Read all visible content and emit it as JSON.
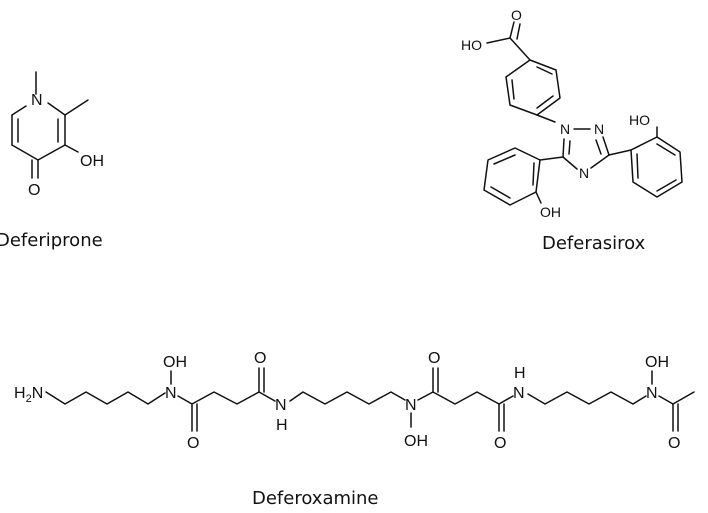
{
  "molecules": {
    "deferiprone": {
      "name": "Deferiprone",
      "atoms": {
        "n": "N",
        "oh": "OH",
        "o": "O"
      }
    },
    "deferasirox": {
      "name": "Deferasirox",
      "atoms": {
        "ho_acid": "HO",
        "o_acid": "O",
        "n1": "N",
        "n2": "N",
        "n4": "N",
        "ho_right": "HO",
        "oh_left": "OH"
      }
    },
    "deferoxamine": {
      "name": "Deferoxamine",
      "atoms": {
        "h2n_h": "H",
        "h2n_2": "2",
        "h2n_n": "N",
        "n_a": "N",
        "oh_a": "OH",
        "o_1": "O",
        "o_2": "O",
        "nh_1_n": "N",
        "nh_1_h": "H",
        "n_b": "N",
        "oh_b": "OH",
        "o_3": "O",
        "o_4": "O",
        "nh_2_n": "N",
        "nh_2_h": "H",
        "n_c": "N",
        "oh_c": "OH",
        "o_5": "O"
      }
    }
  }
}
